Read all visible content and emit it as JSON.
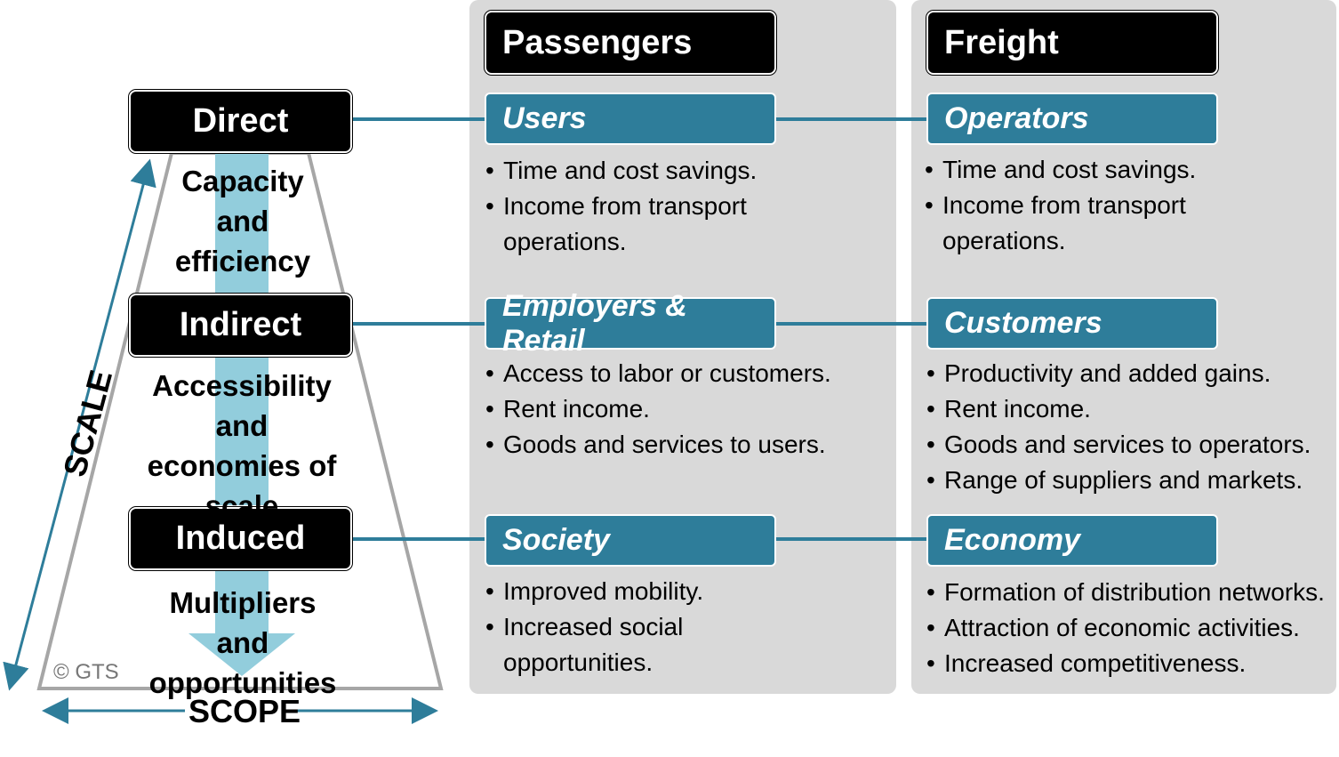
{
  "levels": [
    {
      "label": "Direct"
    },
    {
      "label": "Indirect"
    },
    {
      "label": "Induced"
    }
  ],
  "arrow_labels": [
    {
      "text": "Capacity and efficiency"
    },
    {
      "text": "Accessibility and economies of scale"
    },
    {
      "text": "Multipliers and opportunities"
    }
  ],
  "axes": {
    "scale": "SCALE",
    "scope": "SCOPE"
  },
  "copyright": "© GTS",
  "columns": {
    "passengers": {
      "title": "Passengers",
      "groups": [
        {
          "title": "Users",
          "bullets": [
            "Time and cost savings.",
            "Income from transport operations."
          ]
        },
        {
          "title": "Employers & Retail",
          "bullets": [
            "Access to labor or customers.",
            "Rent income.",
            "Goods and services to users."
          ]
        },
        {
          "title": "Society",
          "bullets": [
            "Improved mobility.",
            "Increased social opportunities."
          ]
        }
      ]
    },
    "freight": {
      "title": "Freight",
      "groups": [
        {
          "title": "Operators",
          "bullets": [
            "Time and cost savings.",
            "Income from transport operations."
          ]
        },
        {
          "title": "Customers",
          "bullets": [
            "Productivity and added gains.",
            "Rent income.",
            "Goods and services to operators.",
            "Range of suppliers and markets."
          ]
        },
        {
          "title": "Economy",
          "bullets": [
            "Formation of distribution networks.",
            "Attraction of economic activities.",
            "Increased competitiveness."
          ]
        }
      ]
    }
  },
  "colors": {
    "accent": "#2e7d9a",
    "arrow": "#92cddc",
    "panel": "#d9d9d9",
    "box": "#000000"
  }
}
